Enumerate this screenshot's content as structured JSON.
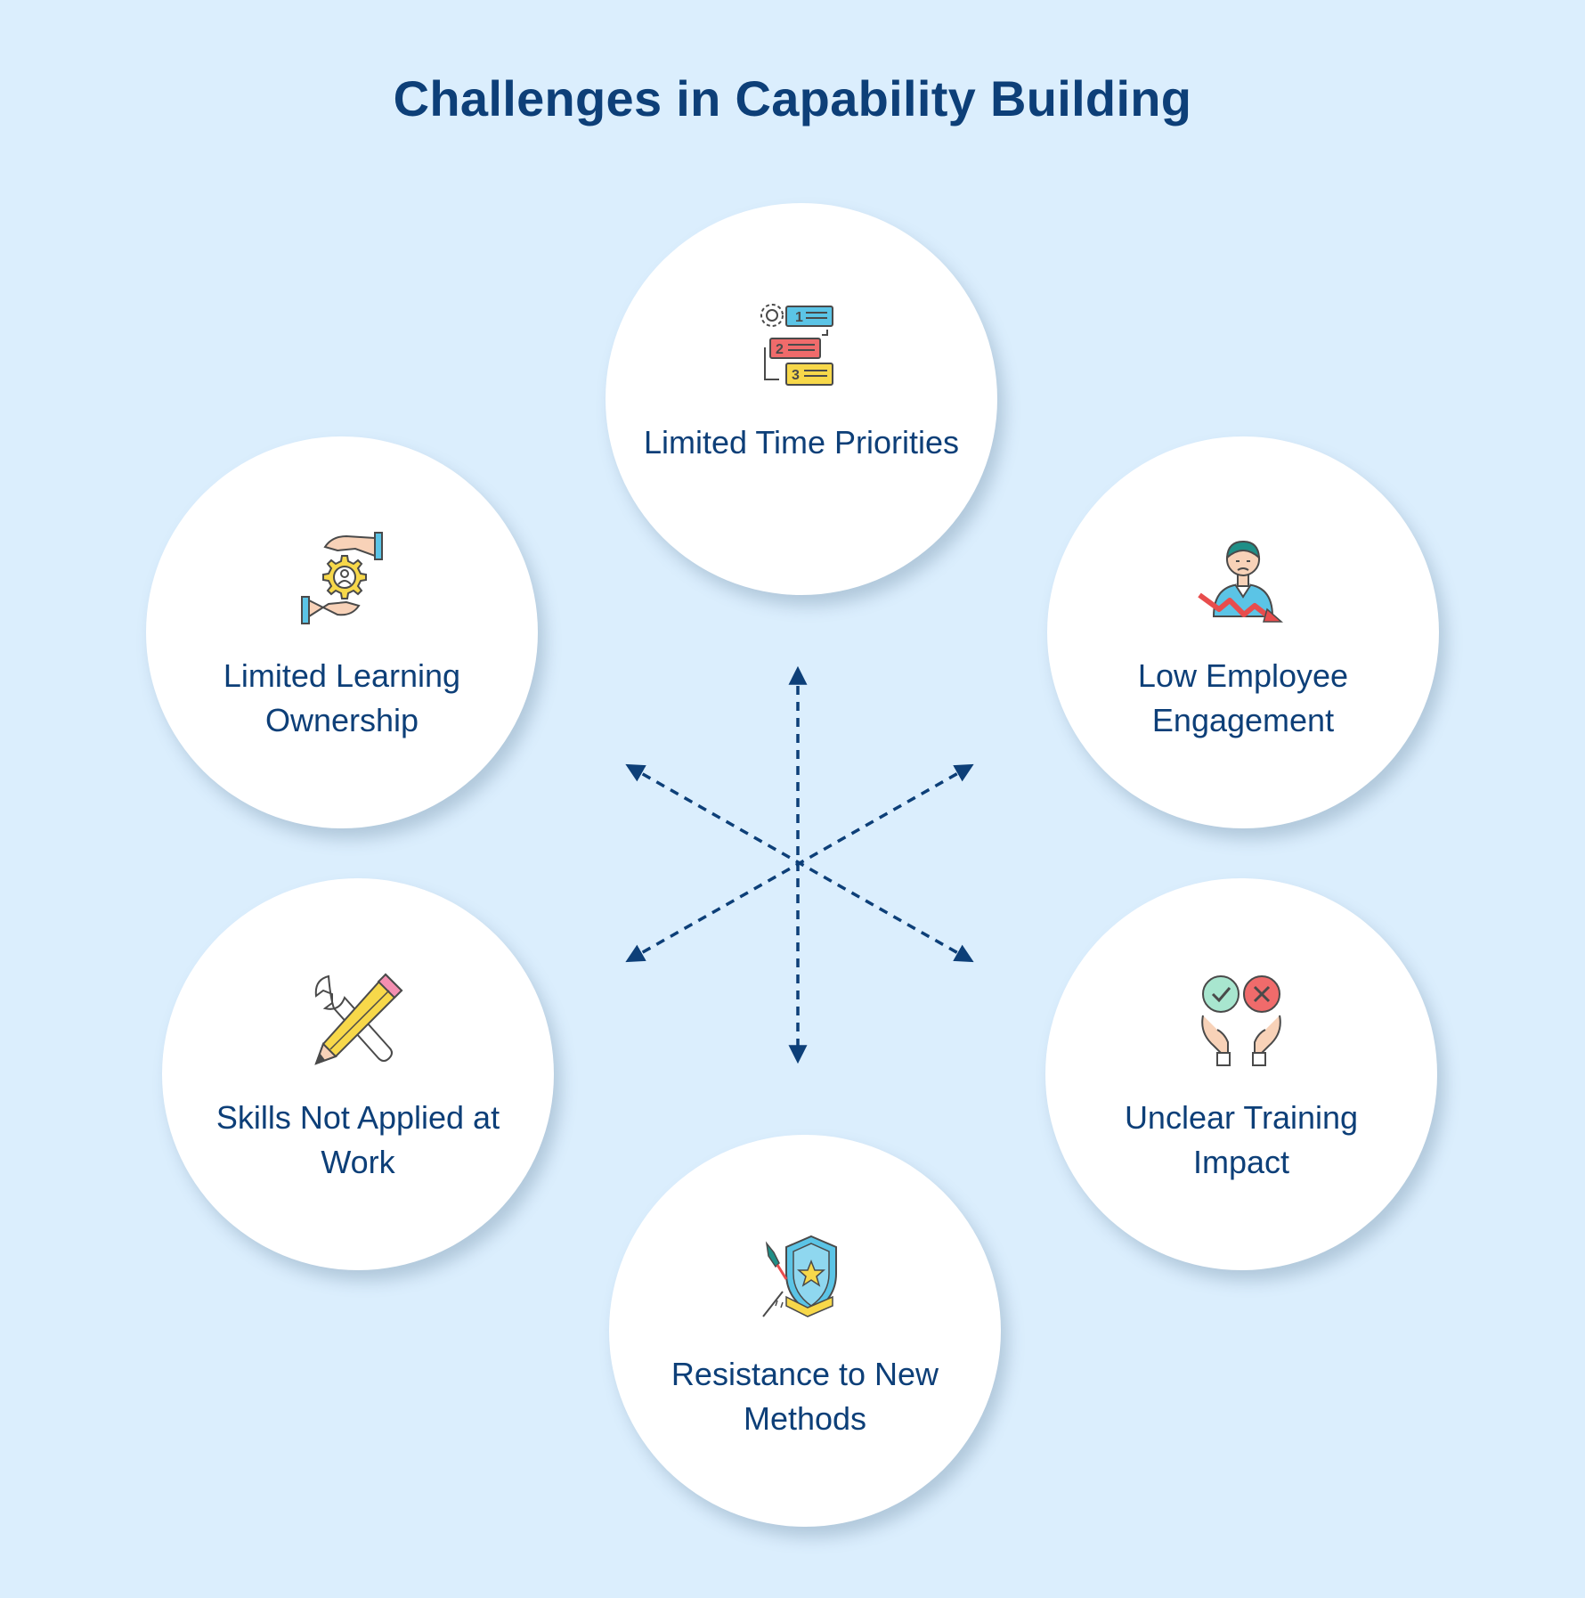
{
  "title": "Challenges in Capability Building",
  "colors": {
    "background": "#dbeefd",
    "title": "#0d3f78",
    "circle": "#ffffff",
    "label": "#0d3f78",
    "arrows": "#0d3f78"
  },
  "nodes": [
    {
      "id": "limited-time",
      "label": "Limited Time Priorities",
      "icon": "numbered-steps-icon"
    },
    {
      "id": "low-engagement",
      "label": "Low Employee Engagement",
      "icon": "declining-employee-icon"
    },
    {
      "id": "unclear-impact",
      "label": "Unclear Training Impact",
      "icon": "check-cross-hands-icon"
    },
    {
      "id": "resistance",
      "label": "Resistance to New Methods",
      "icon": "shield-sword-icon"
    },
    {
      "id": "skills-not-applied",
      "label": "Skills Not Applied at Work",
      "icon": "wrench-pencil-icon"
    },
    {
      "id": "learning-ownership",
      "label": "Limited Learning Ownership",
      "icon": "hands-gear-icon"
    }
  ],
  "connector": {
    "style": "dashed",
    "arrows": "six-directions",
    "icon": "radial-arrows-icon"
  }
}
